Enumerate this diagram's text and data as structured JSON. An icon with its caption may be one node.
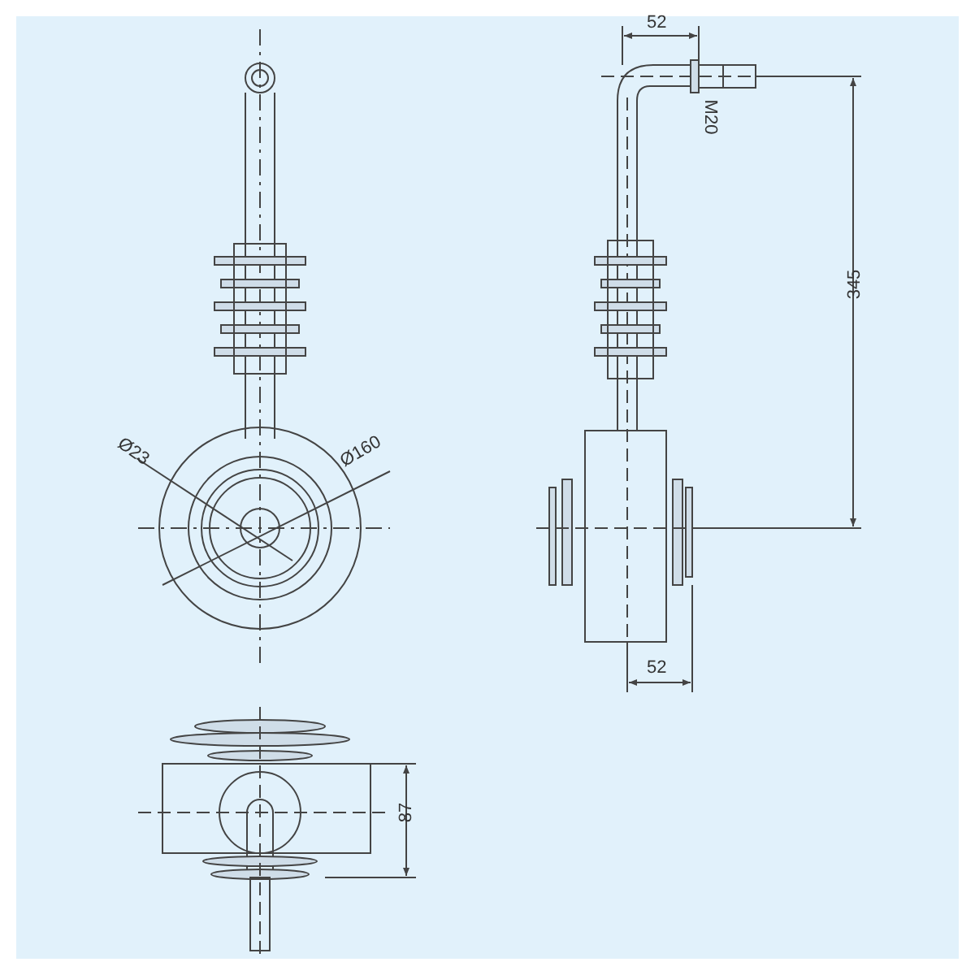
{
  "diagram": {
    "labels": [
      "52",
      "M20",
      "345",
      "Ø23",
      "Ø160",
      "52",
      "87"
    ]
  }
}
